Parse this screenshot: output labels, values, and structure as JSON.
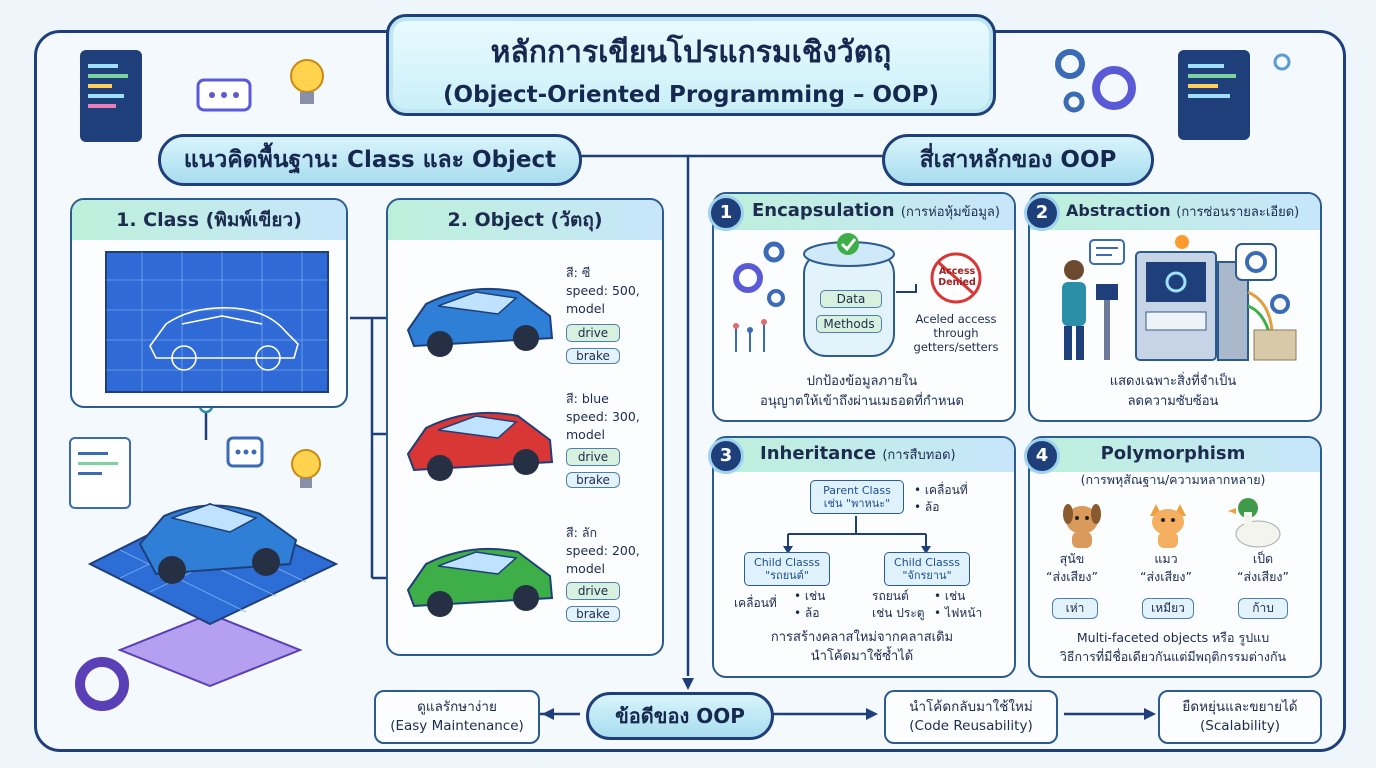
{
  "title": {
    "line1": "หลักการเขียนโปรแกรมเชิงวัตถุ",
    "line2": "(Object-Oriented Programming – OOP)"
  },
  "sections": {
    "left": "แนวคิดพื้นฐาน: Class และ Object",
    "right": "สี่เสาหลักของ OOP"
  },
  "class_panel": {
    "title": "1. Class (พิมพ์เขียว)"
  },
  "object_panel": {
    "title": "2. Object (วัตถุ)",
    "cars": [
      {
        "color_hex": "#2f7fd6",
        "line1": "สี: ซี",
        "line2": "speed: 500,",
        "line3": "model",
        "method1": "drive",
        "method2": "brake"
      },
      {
        "color_hex": "#d93636",
        "line1": "สี: blue",
        "line2": "speed: 300,",
        "line3": "model",
        "method1": "drive",
        "method2": "brake"
      },
      {
        "color_hex": "#3eae48",
        "line1": "สี: ลัก",
        "line2": "speed: 200,",
        "line3": "model",
        "method1": "drive",
        "method2": "brake"
      }
    ]
  },
  "pillars": {
    "encapsulation": {
      "num": "1",
      "title": "Encapsulation",
      "subtitle": "(การห่อหุ้มข้อมูล)",
      "data_label": "Data",
      "methods_label": "Methods",
      "denied": "Access Denied",
      "note": "Aceled access through getters/setters",
      "desc1": "ปกป้องข้อมูลภายใน",
      "desc2": "อนุญาตให้เข้าถึงผ่านเมธอดที่กำหนด"
    },
    "abstraction": {
      "num": "2",
      "title": "Abstraction",
      "subtitle": "(การซ่อนรายละเอียด)",
      "desc1": "แสดงเฉพาะสิ่งที่จำเป็น",
      "desc2": "ลดความซับซ้อน"
    },
    "inheritance": {
      "num": "3",
      "title": "Inheritance",
      "subtitle": "(การสืบทอด)",
      "parent1": "Parent Class",
      "parent2": "เช่น \"พาหนะ\"",
      "parent_b1": "• เคลื่อนที่",
      "parent_b2": "• ล้อ",
      "child1_a": "Child Classs",
      "child1_b": "\"รถยนต์\"",
      "child2_a": "Child Classs",
      "child2_b": "\"จักรยาน\"",
      "c1_left": "เคลื่อนที่",
      "c1_r1": "• เช่น",
      "c1_r2": "• ล้อ",
      "c2_left1": "รถยนต์",
      "c2_left2": "เช่น ประตู",
      "c2_r1": "• เช่น",
      "c2_r2": "• ไฟหน้า",
      "desc1": "การสร้างคลาสใหม่จากคลาสเดิม",
      "desc2": "นำโค้ดมาใช้ซ้ำได้"
    },
    "polymorphism": {
      "num": "4",
      "title": "Polymorphism",
      "subtitle": "(การพหุสัณฐาน/ความหลากหลาย)",
      "animals": [
        {
          "name": "สุนัข",
          "action": "“ส่งเสียง”",
          "sound": "เห่า"
        },
        {
          "name": "แมว",
          "action": "“ส่งเสียง”",
          "sound": "เหมียว"
        },
        {
          "name": "เป็ด",
          "action": "“ส่งเสียง”",
          "sound": "ก้าบ"
        }
      ],
      "desc1": "Multi-faceted objects หรือ รูปแบ",
      "desc2": "วิธีการที่มีชื่อเดียวกันแต่มีพฤติกรรมต่างกัน"
    }
  },
  "benefits": {
    "title": "ข้อดีของ OOP",
    "maintain1": "ดูแลรักษาง่าย",
    "maintain2": "(Easy Maintenance)",
    "reuse1": "นำโค้ดกลับมาใช้ใหม่",
    "reuse2": "(Code Reusability)",
    "scale1": "ยืดหยุ่นและขยายได้",
    "scale2": "(Scalability)"
  },
  "colors": {
    "navy": "#1f3f7a",
    "accent": "#a8ddef",
    "header_green": "#bdf0da"
  }
}
